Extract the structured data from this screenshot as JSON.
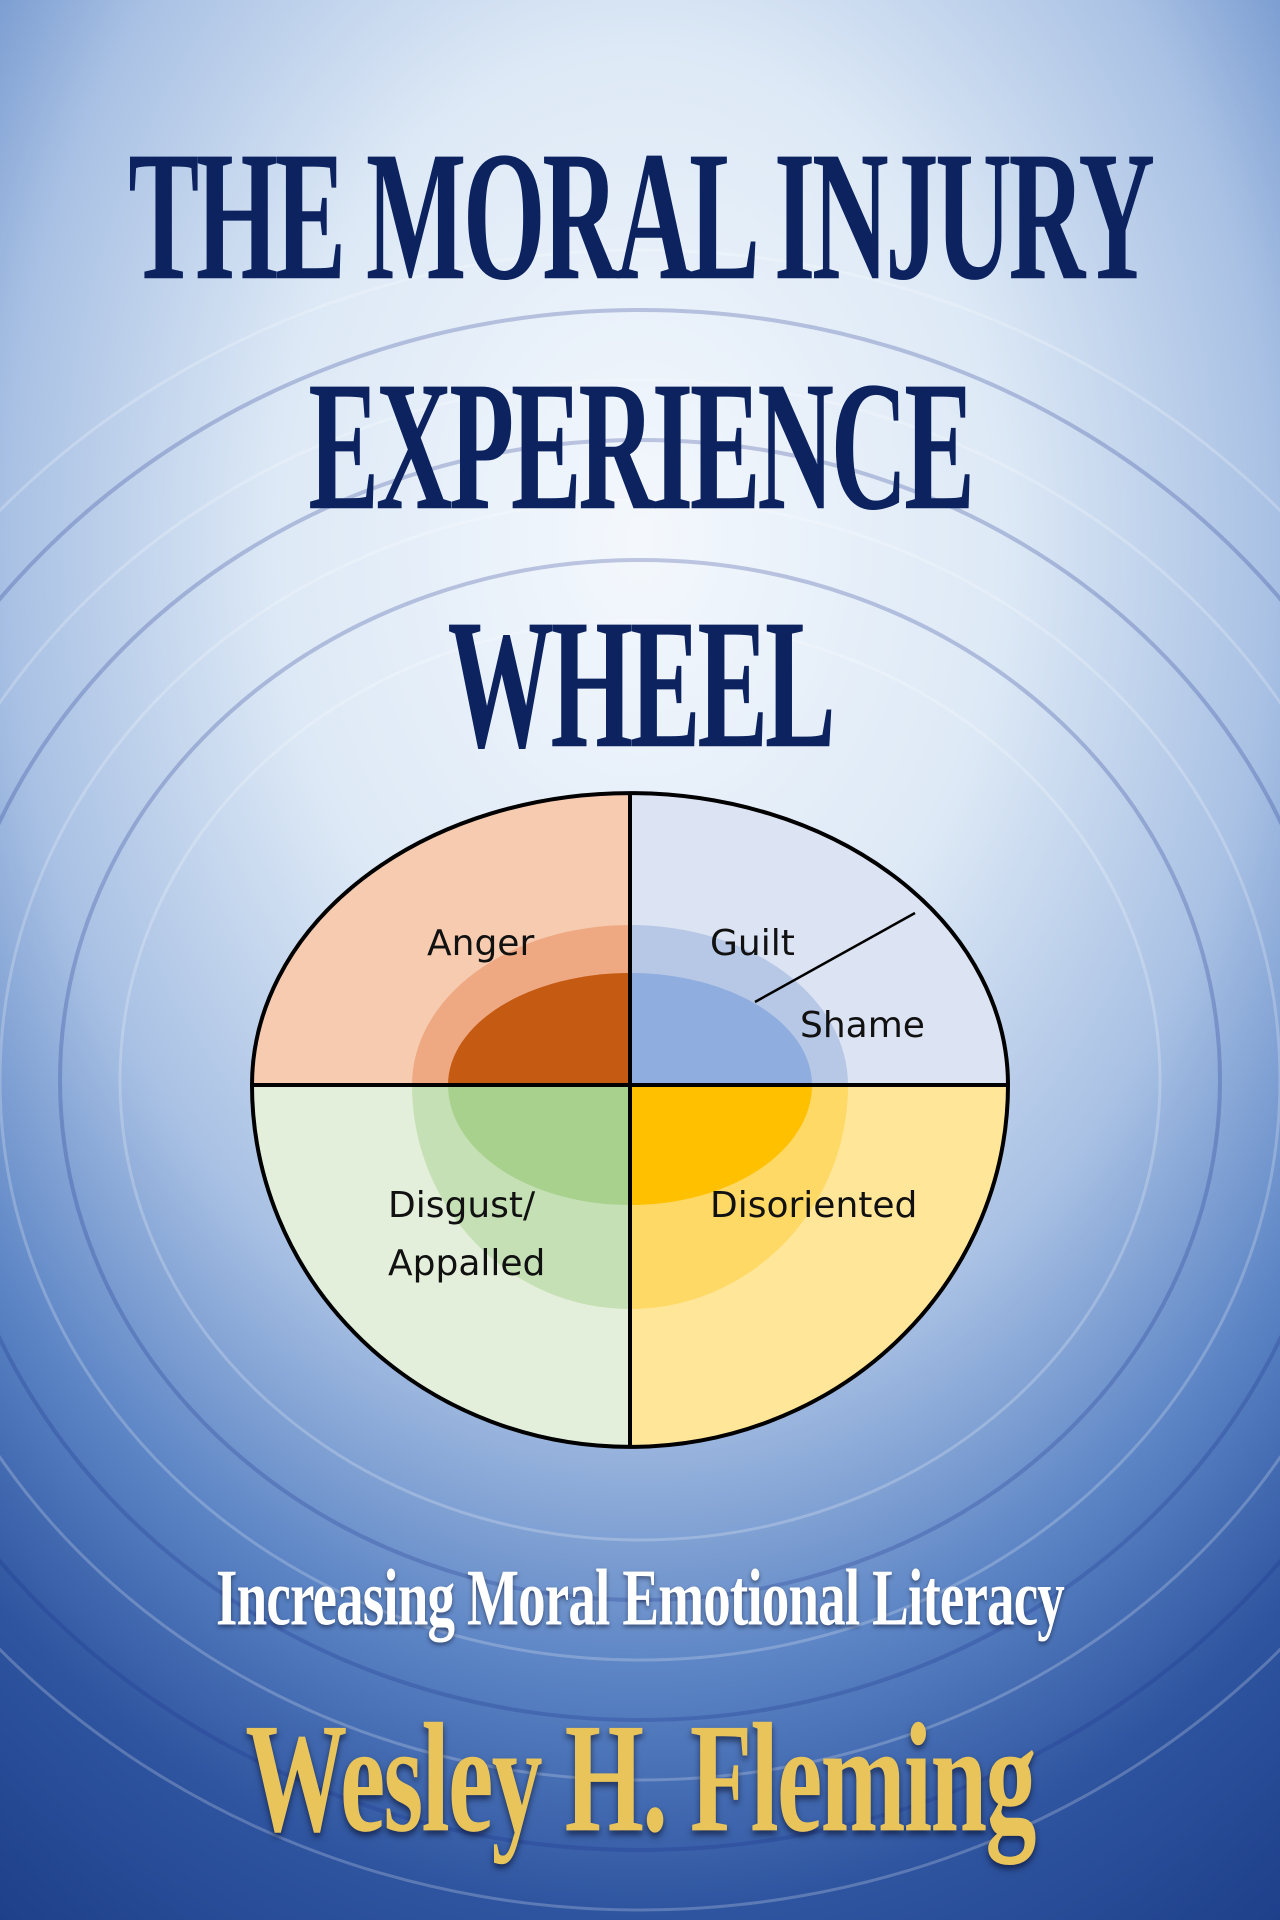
{
  "cover": {
    "title_line1": "THE MORAL INJURY",
    "title_line2": "EXPERIENCE",
    "title_line3": "WHEEL",
    "subtitle": "Increasing Moral Emotional Literacy",
    "author": "Wesley H. Fleming"
  },
  "wheel": {
    "labels": {
      "anger": "Anger",
      "guilt": "Guilt",
      "shame": "Shame",
      "disgust_line1": "Disgust/",
      "disgust_line2": "Appalled",
      "disoriented": "Disoriented"
    },
    "colors": {
      "anger_outer": "#f6cbb0",
      "anger_mid": "#eea983",
      "anger_inner": "#c55a13",
      "guilt_outer": "#dce3f2",
      "guilt_mid": "#b7c8e6",
      "guilt_inner": "#8fadde",
      "disgust_outer": "#e3efda",
      "disgust_mid": "#c5e0b4",
      "disgust_inner": "#a9d18e",
      "disoriented_outer": "#ffe699",
      "disoriented_mid": "#ffd966",
      "disoriented_inner": "#ffc000"
    }
  },
  "colors": {
    "title": "#0c2360",
    "subtitle": "#ffffff",
    "author": "#e9c45a"
  }
}
